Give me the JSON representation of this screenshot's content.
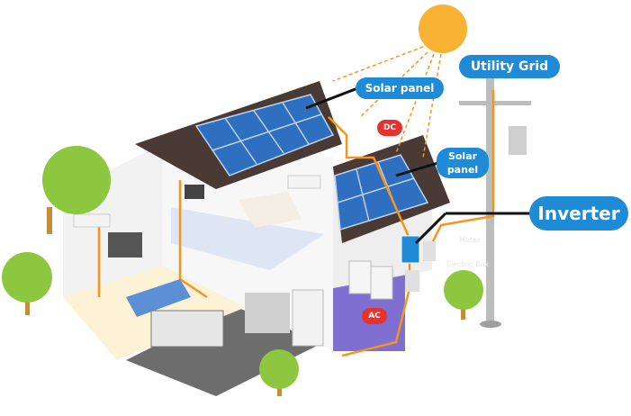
{
  "labels": {
    "utility_grid": "Utility Grid",
    "solar_panel_main": "Solar panel",
    "solar_panel_small_line1": "Solar",
    "solar_panel_small_line2": "panel",
    "inverter": "Inverter",
    "dc": "DC",
    "ac": "AC",
    "meter": "Meter",
    "electric_box": "Electric Box"
  },
  "colors": {
    "label_bg": "#1f8ad6",
    "badge_bg": "#e5322d",
    "wire": "#f7941d",
    "sun": "#f9b233",
    "panel": "#2e6fc0",
    "roof": "#4a3a36"
  }
}
